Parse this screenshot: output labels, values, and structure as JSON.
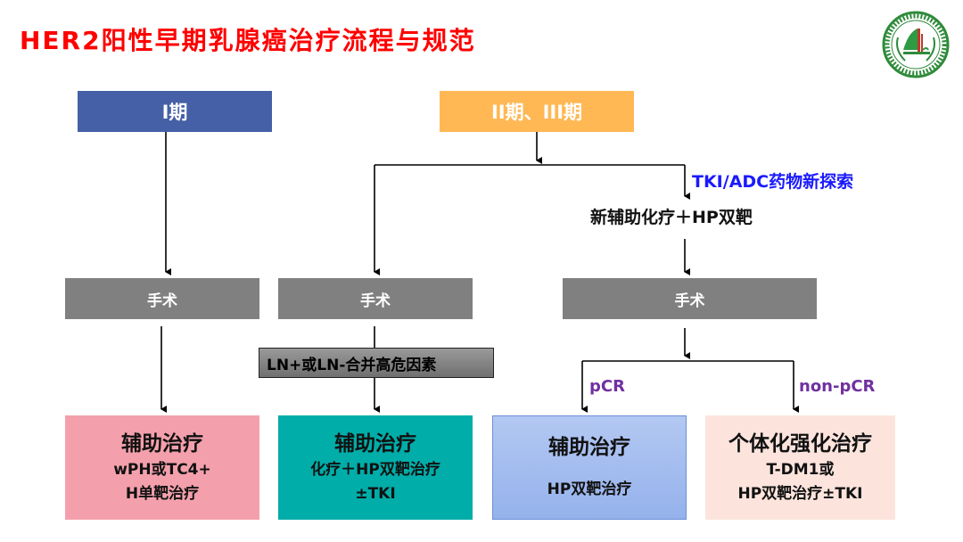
{
  "title": "HER2阳性早期乳腺癌治疗流程与规范",
  "logo": {
    "icon": "hospital-emblem-icon",
    "colors": {
      "ring": "#2e8b3a",
      "accent": "#c0392b"
    }
  },
  "stages": {
    "stage1": "I期",
    "stage23": "II期、III期"
  },
  "labels": {
    "tki_adc": "TKI/ADC药物新探索",
    "neoadjuvant": "新辅助化疗＋HP双靶",
    "surgery": "手术",
    "risk_factor": "LN+或LN-合并高危因素",
    "pcr": "pCR",
    "non_pcr": "non-pCR"
  },
  "outcomes": [
    {
      "heading": "辅助治疗",
      "lines": [
        "wPH或TC4+",
        "H单靶治疗"
      ]
    },
    {
      "heading": "辅助治疗",
      "lines": [
        "化疗＋HP双靶治疗",
        "±TKI"
      ]
    },
    {
      "heading": "辅助治疗",
      "lines": [
        "",
        "HP双靶治疗"
      ]
    },
    {
      "heading": "个体化强化治疗",
      "lines": [
        "T-DM1或",
        "HP双靶治疗±TKI"
      ]
    }
  ],
  "colors": {
    "title": "#ff0000",
    "stage1": "#4560a6",
    "stage23": "#ffb854",
    "surgery": "#808080",
    "tki_label": "#1a1aff",
    "pcr_label": "#7030a0",
    "outcome1": "#f4a0ac",
    "outcome2": "#00ada9",
    "outcome3": "#a5bdef",
    "outcome4": "#fce4dd"
  }
}
